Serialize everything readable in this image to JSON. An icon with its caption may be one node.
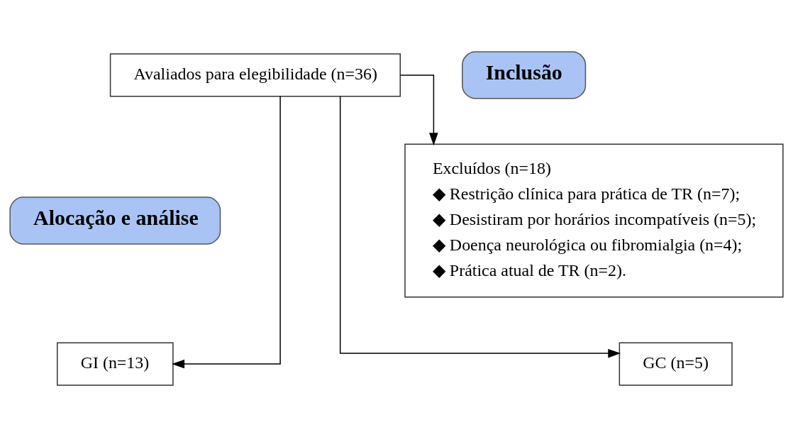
{
  "diagram": {
    "nodes": [
      {
        "text": [
          "Avaliados para elegibilidade (n=36)"
        ]
      },
      {
        "text": [
          "Inclusão"
        ]
      },
      {
        "text": [
          "Excluídos (n=18)",
          "◆ Restrição clínica para prática de TR (n=7);",
          "◆ Desistiram por horários incompatíveis (n=5);",
          "◆ Doença neurológica ou fibromialgia (n=4);",
          "◆ Prática atual de TR (n=2)."
        ]
      },
      {
        "text": [
          "Alocação e análise"
        ]
      },
      {
        "text": [
          "GI (n=13)"
        ]
      },
      {
        "text": [
          "GC (n=5)"
        ]
      }
    ],
    "edges": [
      {
        "from": 0,
        "to": 2,
        "arrow": "to"
      },
      {
        "from": 0,
        "to": 4,
        "arrow": "to"
      },
      {
        "from": 0,
        "to": 5,
        "arrow": "to"
      }
    ]
  }
}
